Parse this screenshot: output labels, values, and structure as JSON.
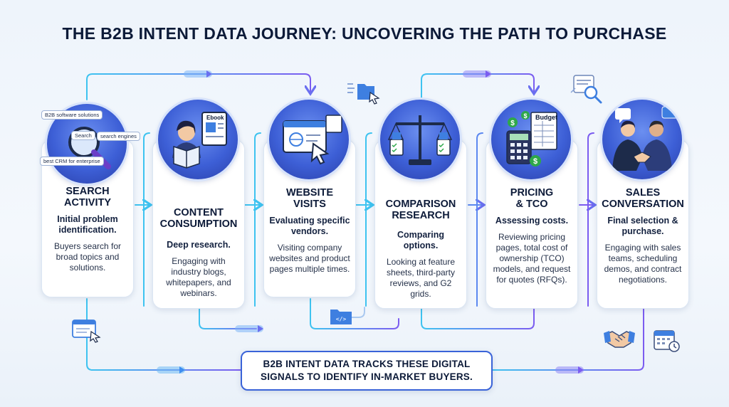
{
  "title": "THE B2B INTENT DATA JOURNEY: UNCOVERING THE PATH TO PURCHASE",
  "colors": {
    "accent": "#3a63d8",
    "cyan": "#3ec3f0",
    "purple": "#7b5cf0",
    "text": "#0c1a38"
  },
  "search_chips": {
    "top": "B2B software solutions",
    "search": "Search",
    "engines": "search engines",
    "bottom": "best CRM for enterprise"
  },
  "content_icon": {
    "ebook": "Ebook"
  },
  "pricing_icon": {
    "budget": "Budget"
  },
  "steps": [
    {
      "icon": "magnifier-search-icon",
      "head": "SEARCH\nACTIVITY",
      "sub": "Initial problem identification.",
      "desc": "Buyers search for broad topics and solutions."
    },
    {
      "icon": "reader-ebook-icon",
      "head": "CONTENT\nCONSUMPTION",
      "sub": "Deep research.",
      "desc": "Engaging with industry blogs, whitepapers, and webinars."
    },
    {
      "icon": "browser-window-icon",
      "head": "WEBSITE\nVISITS",
      "sub": "Evaluating specific vendors.",
      "desc": "Visiting company websites and product pages multiple times."
    },
    {
      "icon": "balance-scale-icon",
      "head": "COMPARISON\nRESEARCH",
      "sub": "Comparing options.",
      "desc": "Looking at feature sheets, third-party reviews, and G2 grids."
    },
    {
      "icon": "calculator-budget-icon",
      "head": "PRICING\n& TCO",
      "sub": "Assessing costs.",
      "desc": "Reviewing pricing pages, total cost of ownership (TCO) models, and request for quotes (RFQs)."
    },
    {
      "icon": "handshake-people-icon",
      "head": "SALES\nCONVERSATION",
      "sub": "Final selection & purchase.",
      "desc": "Engaging with sales teams, scheduling demos, and contract negotiations."
    }
  ],
  "banner": "B2B INTENT DATA TRACKS THESE DIGITAL SIGNALS TO IDENTIFY IN-MARKET BUYERS."
}
